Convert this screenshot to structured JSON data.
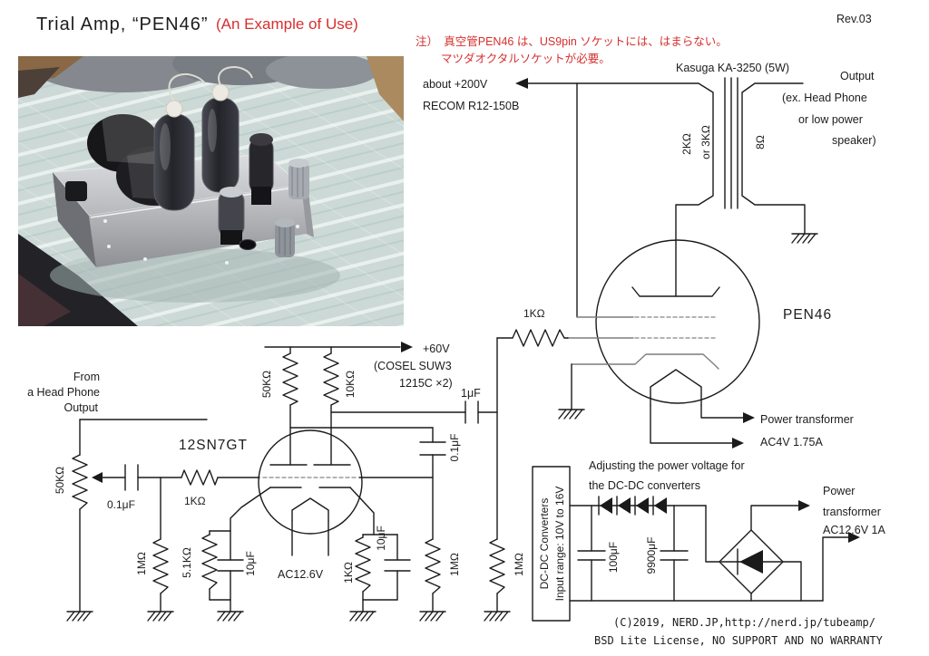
{
  "title": {
    "main": "Trial Amp, “PEN46”",
    "sub": "(An Example of Use)",
    "rev": "Rev.03"
  },
  "note": {
    "line1": "注）　真空管PEN46 は、US9pin ソケットには、はまらない。",
    "line2": "マツダオクタルソケットが必要。"
  },
  "psu": {
    "b200": "about +200V",
    "recom": "RECOM R12-150B",
    "b60": "+60V",
    "cosel1": "(COSEL SUW3",
    "cosel2": "1215C ×2)"
  },
  "transformer": {
    "model": "Kasuga KA-3250 (5W)",
    "primary1": "2KΩ",
    "primary2": "or 3KΩ",
    "secondary": "8Ω",
    "out1": "Output",
    "out2": "(ex. Head Phone",
    "out3": "or low power",
    "out4": "speaker)"
  },
  "pen46": {
    "name": "PEN46",
    "grid_r": "1KΩ",
    "heater1": "Power transformer",
    "heater2": "AC4V 1.75A"
  },
  "input": {
    "src1": "From",
    "src2": "a Head Phone",
    "src3": "Output",
    "volume": "50KΩ",
    "cap": "0.1μF",
    "series_r": "1KΩ",
    "grid_leak": "1MΩ"
  },
  "sn7": {
    "name": "12SN7GT",
    "plate_r1": "50KΩ",
    "plate_r2": "10KΩ",
    "fb_cap": "0.1μF",
    "couple_cap": "1μF",
    "cath_r1": "5.1KΩ",
    "cath_c1": "10μF",
    "cath_r2": "1KΩ",
    "cath_c2": "10μF",
    "leak1": "1MΩ",
    "leak2": "1MΩ",
    "heater": "AC12.6V"
  },
  "dcdc": {
    "box_line1": "DC-DC Converters",
    "box_line2": "Input range: 10V to 16V",
    "note1": "Adjusting the power voltage for",
    "note2": "the DC-DC converters",
    "cap1": "100μF",
    "cap2": "9900μF",
    "out1": "Power",
    "out2": "transformer",
    "out3": "AC12.6V 1A"
  },
  "footer": {
    "line1": "(C)2019, NERD.JP,http://nerd.jp/tubeamp/",
    "line2": "BSD Lite License, NO SUPPORT AND NO WARRANTY"
  },
  "colors": {
    "accent_red": "#d62f2f",
    "line": "#1a1a1a",
    "grid_gray": "#9a9a9a"
  }
}
